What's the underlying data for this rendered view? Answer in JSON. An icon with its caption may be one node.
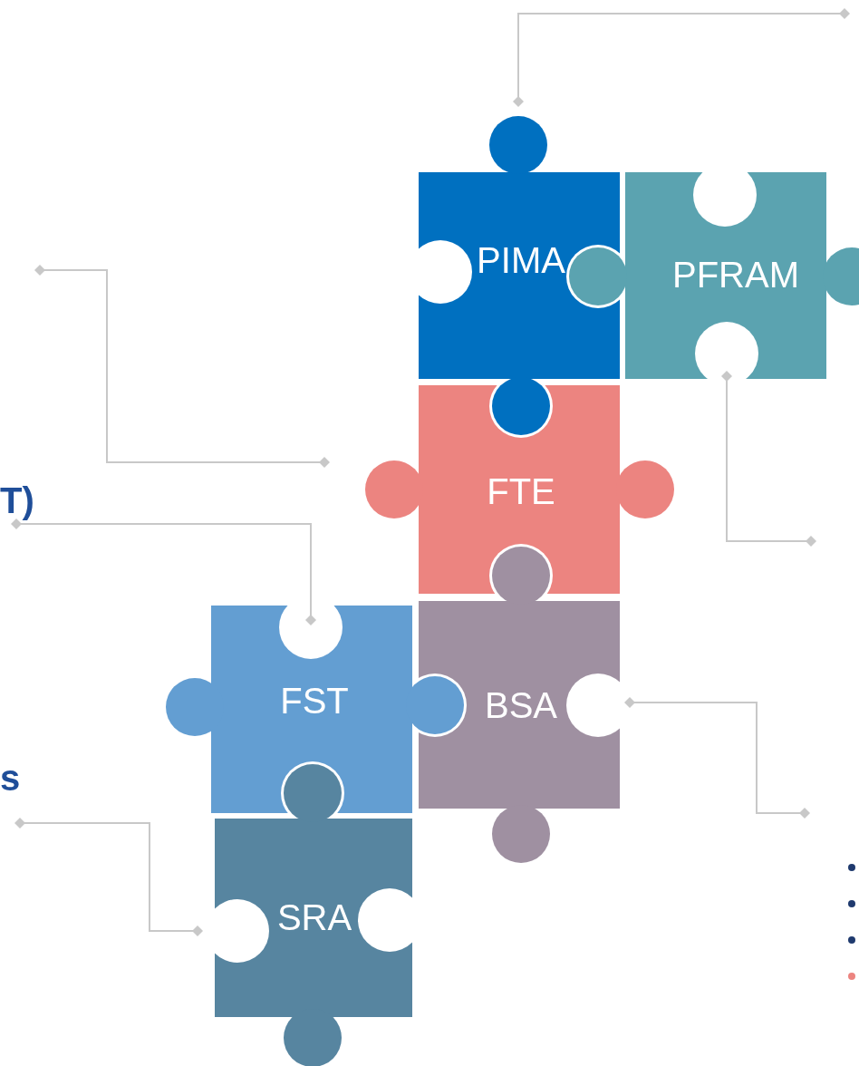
{
  "diagram": {
    "nodes": [
      {
        "text": [
          "PIMA"
        ]
      },
      {
        "text": [
          "PFRAM"
        ]
      },
      {
        "text": [
          "FTE"
        ]
      },
      {
        "text": [
          "BSA"
        ]
      },
      {
        "text": [
          "FST"
        ]
      },
      {
        "text": [
          "SRA"
        ]
      },
      {
        "text": [
          "T)"
        ]
      },
      {
        "text": [
          "s"
        ]
      }
    ],
    "edges": [
      {
        "from": null,
        "to": 0,
        "arrow": "other"
      },
      {
        "from": null,
        "to": 2,
        "arrow": "other"
      },
      {
        "from": 6,
        "to": 4,
        "arrow": "other"
      },
      {
        "from": 1,
        "to": null,
        "arrow": "other"
      },
      {
        "from": 3,
        "to": null,
        "arrow": "other"
      },
      {
        "from": 7,
        "to": 5,
        "arrow": "other"
      }
    ]
  }
}
